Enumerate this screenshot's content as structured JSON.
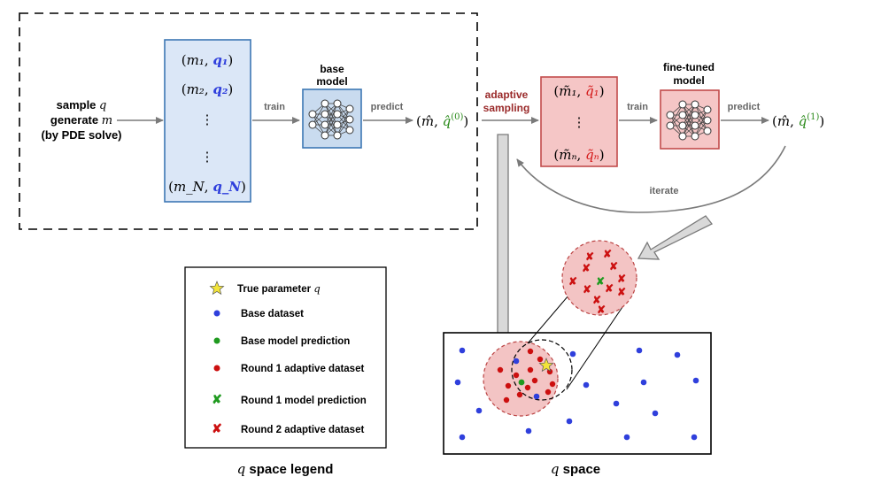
{
  "colors": {
    "blue": "#2f3fdc",
    "green": "#2a8a1a",
    "red": "#d41919",
    "darkred": "#9a2a2a",
    "blue_box_fill": "#dbe7f7",
    "blue_box_stroke": "#3d77b4",
    "red_box_fill": "#f5c6c6",
    "red_box_stroke": "#c24b4b",
    "arrow_gray": "#7a7a7a"
  },
  "input_block": {
    "line1_text": "sample",
    "line1_var": "q",
    "line2_text": "generate",
    "line2_var": "m",
    "line3": "(by PDE solve)"
  },
  "base_dataset": {
    "row1_m": "m₁",
    "row1_q": "q₁",
    "row2_m": "m₂",
    "row2_q": "q₂",
    "vdots": "⋮",
    "rowN_m": "m_N",
    "rowN_q": "q_N"
  },
  "labels": {
    "train": "train",
    "predict": "predict",
    "base_model": [
      "base",
      "model"
    ],
    "adaptive_sampling": [
      "adaptive",
      "sampling"
    ],
    "fine_tuned_model": [
      "fine-tuned",
      "model"
    ],
    "iterate": "iterate"
  },
  "outputs": {
    "out0_m": "m̂",
    "out0_q": "q̂",
    "out0_sup": "(0)",
    "out1_m": "m̂",
    "out1_q": "q̂",
    "out1_sup": "(1)"
  },
  "adaptive_dataset": {
    "row1_m": "m̃₁",
    "row1_q": "q̃₁",
    "vdots": "⋮",
    "rown_m": "m̃ₙ",
    "rown_q": "q̃ₙ"
  },
  "legend": {
    "caption_var": "q",
    "caption_text": "space legend",
    "items": [
      {
        "label_text": "True parameter",
        "label_var": "q",
        "icon": "yellow-star-icon"
      },
      {
        "label": "Base dataset",
        "icon": "blue-dot-icon"
      },
      {
        "label": "Base model prediction",
        "icon": "green-dot-icon"
      },
      {
        "label": "Round 1 adaptive dataset",
        "icon": "red-dot-icon"
      },
      {
        "label": "Round 1 model prediction",
        "icon": "green-x-icon"
      },
      {
        "label": "Round 2 adaptive dataset",
        "icon": "red-x-icon"
      }
    ]
  },
  "qspace": {
    "caption_var": "q",
    "caption_text": "space"
  }
}
